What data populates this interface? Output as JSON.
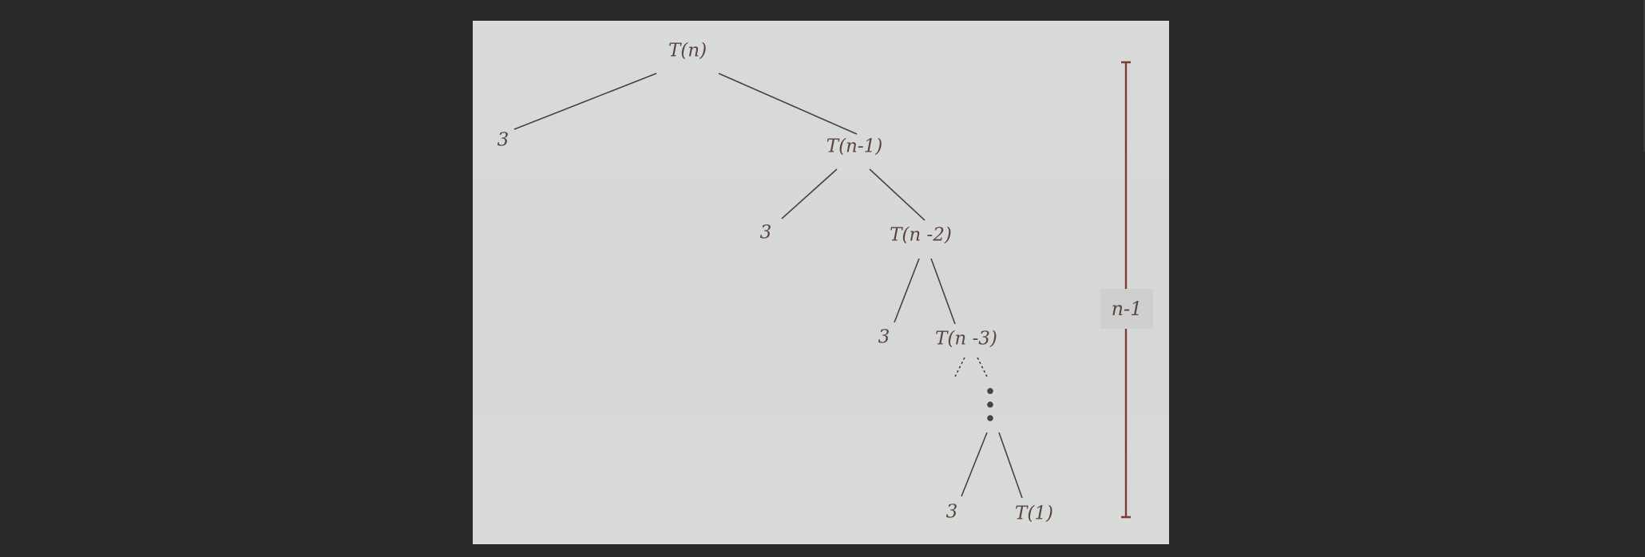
{
  "diagram": {
    "nodes": {
      "root": "T(n)",
      "level1_left": "3",
      "level1_right": "T(n-1)",
      "level2_left": "3",
      "level2_right": "T(n -2)",
      "level3_left": "3",
      "level3_right": "T(n -3)",
      "leaf_left": "3",
      "leaf_right": "T(1)"
    },
    "depth_label": "n-1"
  },
  "colors": {
    "stage_background": "#292929",
    "slide_background": "#d8dad9",
    "text": "#5b4541",
    "tree_lines": "#4a4040",
    "bracket": "#7a3f34"
  }
}
